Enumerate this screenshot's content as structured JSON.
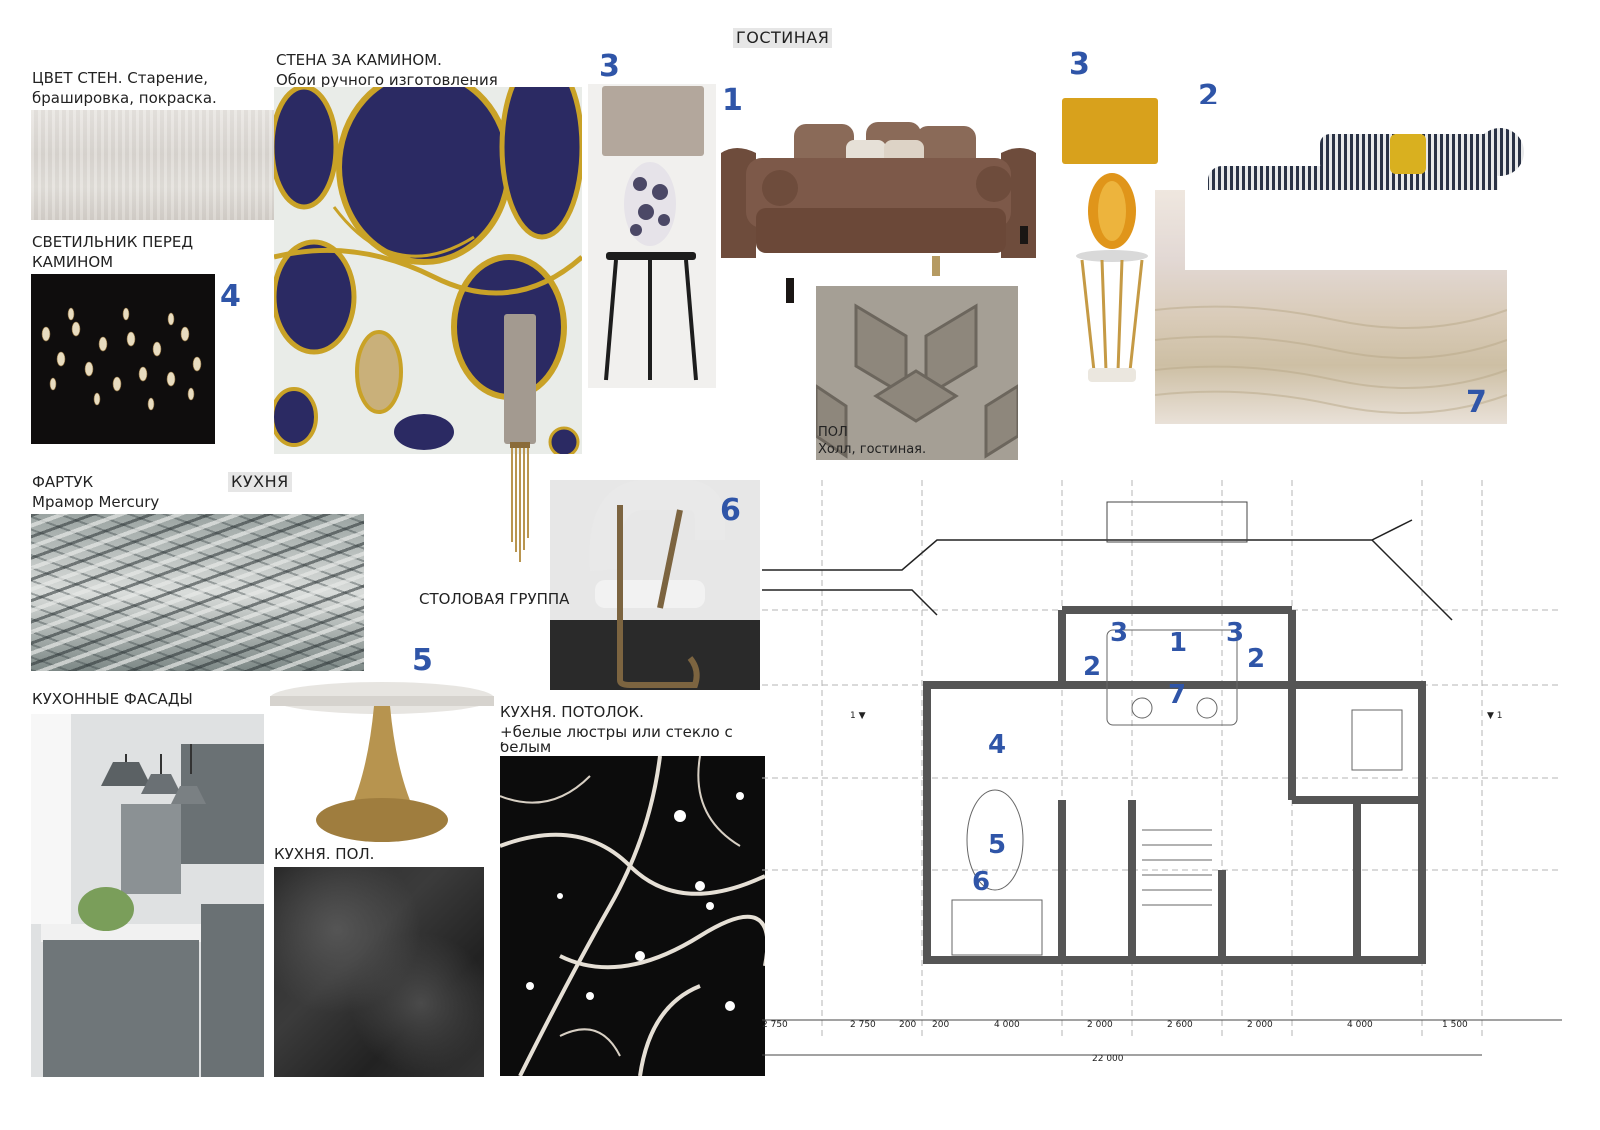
{
  "titles": {
    "living_room": "ГОСТИНАЯ",
    "kitchen": "КУХНЯ"
  },
  "labels": {
    "wall_color": [
      "ЦВЕТ СТЕН. Старение,",
      "брашировка, покраска."
    ],
    "fireplace_wall": [
      "СТЕНА ЗА КАМИНОМ.",
      "Обои ручного изготовления"
    ],
    "fireplace_light": [
      "СВЕТИЛЬНИК ПЕРЕД",
      "КАМИНОМ"
    ],
    "apron": [
      "ФАРТУК",
      "Мрамор Mercury"
    ],
    "dining_group": "СТОЛОВАЯ ГРУППА",
    "kitchen_facades": "КУХОННЫЕ ФАСАДЫ",
    "kitchen_floor": "КУХНЯ. ПОЛ.",
    "kitchen_ceiling": [
      "КУХНЯ. ПОТОЛОК.",
      "+белые люстры или стекло с",
      "белым"
    ],
    "floor": [
      "ПОЛ",
      "Холл, гостиная."
    ]
  },
  "markers": {
    "sofa": "1",
    "chaise": "2",
    "lamp_left": "3",
    "lamp_right": "3",
    "chandelier": "4",
    "table": "5",
    "chair": "6",
    "rug": "7"
  },
  "plan": {
    "markers": [
      "3",
      "1",
      "3",
      "2",
      "2",
      "7",
      "4",
      "5",
      "6"
    ],
    "section_marks": [
      "1",
      "1"
    ],
    "dimensions": [
      "2 750",
      "2 750",
      "200",
      "200",
      "4 000",
      "2 000",
      "2 600",
      "2 000",
      "4 000",
      "1 500"
    ],
    "total": "22 000"
  },
  "colors": {
    "marker": "#2f55a8",
    "wallpaper_navy": "#2b2a63",
    "gold": "#c9a227",
    "lamp_gold": "#d8a11c"
  }
}
